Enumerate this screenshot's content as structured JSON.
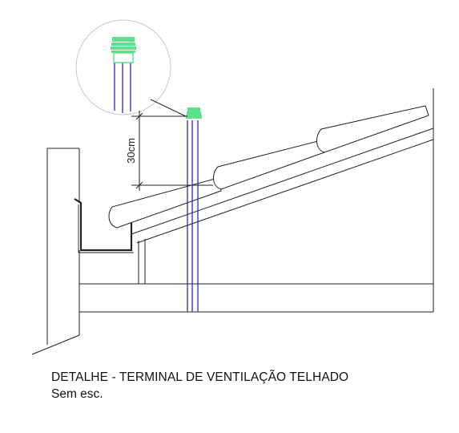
{
  "drawing": {
    "title": "DETALHE - TERMINAL DE VENTILAÇÃO TELHADO",
    "scale_note": "Sem esc.",
    "dimension_label": "30cm"
  },
  "colors": {
    "line": "#222222",
    "pipe": "#2a2acc",
    "terminal": "#5ee08c",
    "detail_circle": "#c8c8c8"
  }
}
